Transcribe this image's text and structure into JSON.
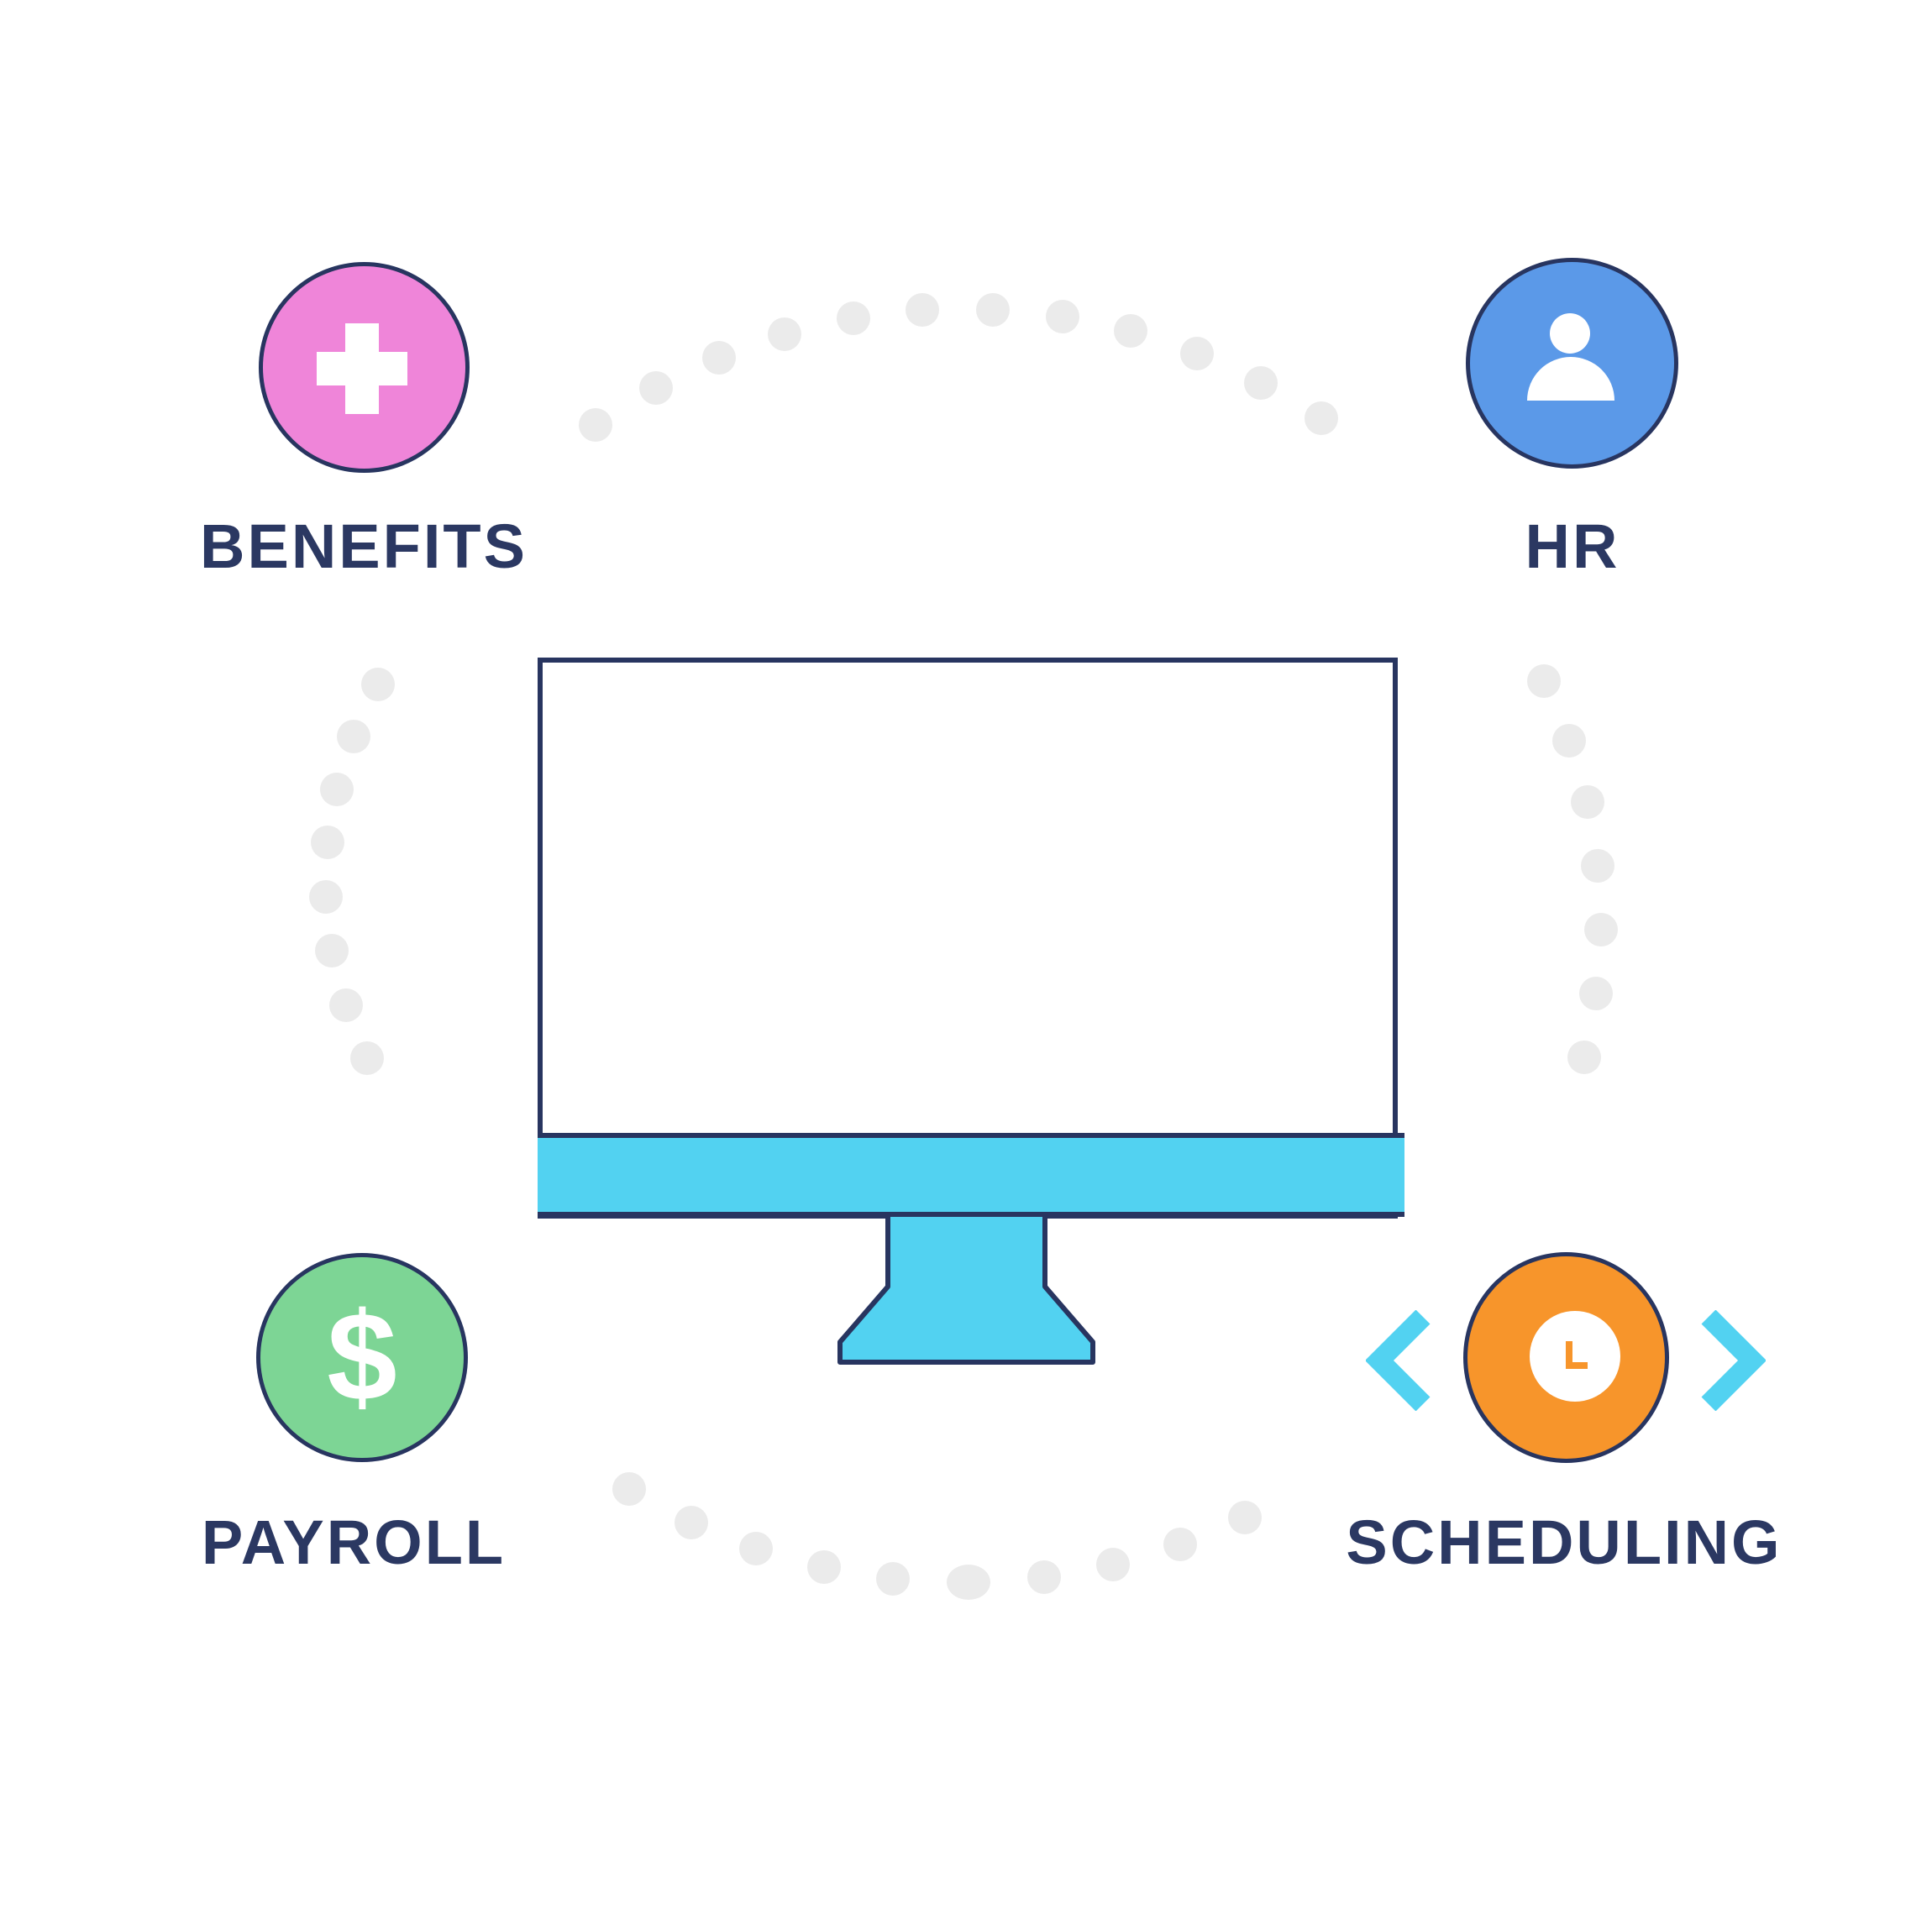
{
  "features": {
    "benefits": {
      "label": "BENEFITS",
      "icon": "medical-cross-icon",
      "color": "#EF85D9"
    },
    "hr": {
      "label": "HR",
      "icon": "person-icon",
      "color": "#5B99E8"
    },
    "payroll": {
      "label": "PAYROLL",
      "icon": "dollar-sign-icon",
      "color": "#7DD595",
      "icon_glyph": "$"
    },
    "scheduling": {
      "label": "SCHEDULING",
      "icon": "clock-icon",
      "color": "#F7952B"
    }
  },
  "monitor": {
    "frame_color": "#283560",
    "bezel_color": "#52D2F1",
    "screen_color": "#FFFFFF"
  },
  "decor": {
    "dot_color": "#EBEBEB",
    "chevron_color": "#52D2F1",
    "text_color": "#2B3862"
  }
}
